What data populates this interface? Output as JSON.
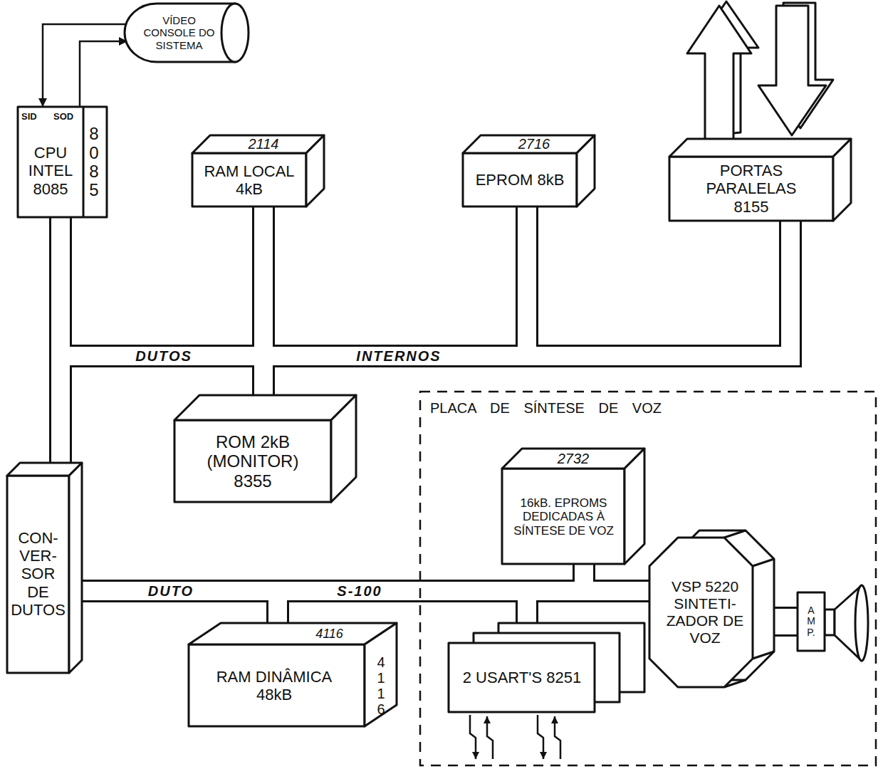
{
  "diagram": {
    "nodes": [
      {
        "text": [
          "VÍDEO CONSOLE DO SISTEMA"
        ]
      },
      {
        "text": [
          "SID",
          "SOD",
          "CPU INTEL 8085",
          "8085"
        ]
      },
      {
        "text": [
          "2114",
          "RAM LOCAL 4kB"
        ]
      },
      {
        "text": [
          "2716",
          "EPROM 8kB"
        ]
      },
      {
        "text": [
          "PORTAS PARALELAS 8155"
        ]
      },
      {
        "text": [
          "ROM 2kB (MONITOR) 8355"
        ]
      },
      {
        "text": [
          "CON- VER- SOR DE DUTOS"
        ]
      },
      {
        "text": [
          "PLACA DE SÍNTESE DE VOZ"
        ]
      },
      {
        "text": [
          "2732",
          "16kB. EPROMS DEDICADAS À SÍNTESE DE VOZ"
        ],
        "in": 7
      },
      {
        "text": [
          "VSP 5220 SINTETI- ZADOR DE VOZ"
        ],
        "in": 7
      },
      {
        "text": [
          "AMP."
        ],
        "in": 7
      },
      {
        "text": [
          "2 USART'S 8251"
        ],
        "in": 7
      },
      {
        "text": [
          "4116",
          "RAM DINÂMICA 48kB",
          "4116"
        ]
      }
    ],
    "edges": [
      {
        "from": 0,
        "to": 1,
        "arrow": "to"
      },
      {
        "from": 1,
        "to": 0,
        "arrow": "to"
      },
      {
        "from": 1,
        "to": 2,
        "arrow": "none"
      },
      {
        "from": 1,
        "to": 3,
        "arrow": "none"
      },
      {
        "from": 1,
        "to": 4,
        "arrow": "none"
      },
      {
        "from": 1,
        "to": 5,
        "arrow": "none"
      },
      {
        "from": 1,
        "to": 6,
        "arrow": "none"
      },
      {
        "from": 6,
        "to": 8,
        "arrow": "none"
      },
      {
        "from": 6,
        "to": 9,
        "arrow": "none"
      },
      {
        "from": 6,
        "to": 11,
        "arrow": "none"
      },
      {
        "from": 6,
        "to": 12,
        "arrow": "none"
      },
      {
        "from": 9,
        "to": 10,
        "arrow": "none"
      }
    ],
    "labels": [
      "DUTOS",
      "INTERNOS",
      "DUTO",
      "S-100"
    ]
  }
}
